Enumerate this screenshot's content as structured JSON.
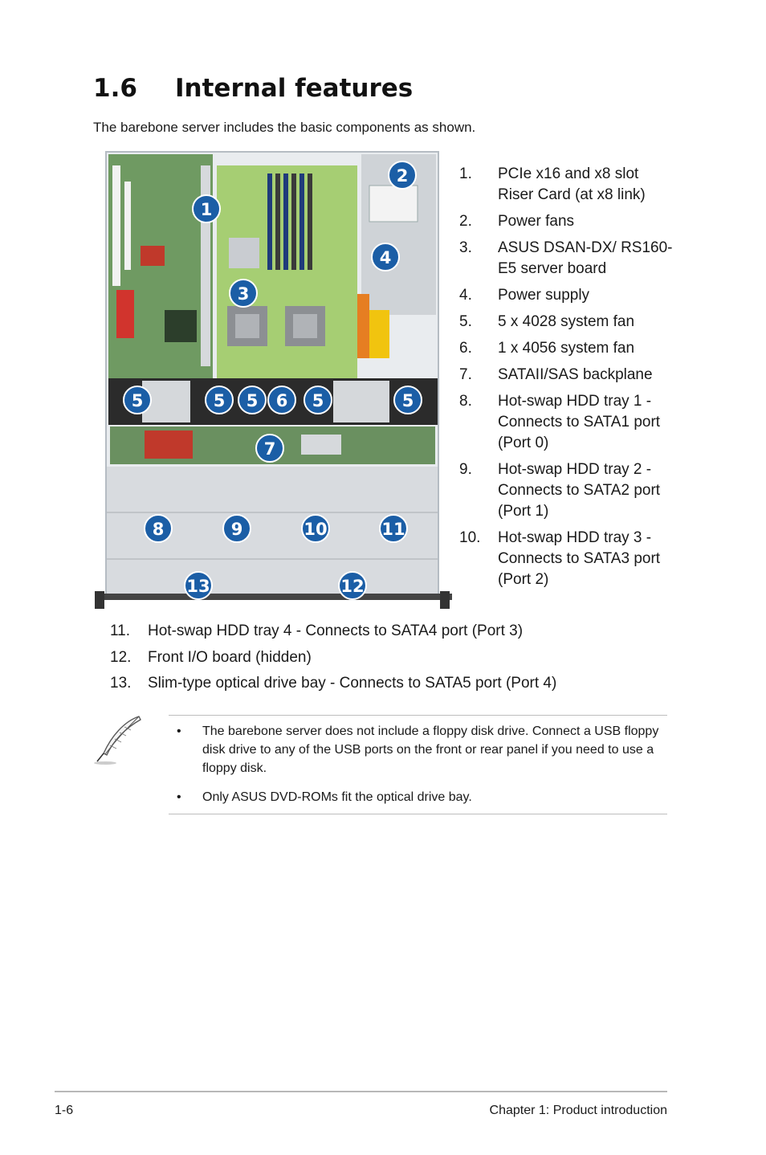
{
  "heading": {
    "number": "1.6",
    "title": "Internal features"
  },
  "intro": "The barebone server includes the basic components as shown.",
  "figure": {
    "callouts": [
      "1",
      "2",
      "3",
      "4",
      "5",
      "5",
      "5",
      "6",
      "5",
      "5",
      "7",
      "8",
      "9",
      "10",
      "11",
      "12",
      "13"
    ],
    "badge_color": "#1b5ea6"
  },
  "side_list": [
    {
      "num": "1.",
      "text": "PCIe x16 and x8 slot Riser Card (at x8 link)"
    },
    {
      "num": "2.",
      "text": "Power fans"
    },
    {
      "num": "3.",
      "text": "ASUS DSAN-DX/ RS160-E5 server board"
    },
    {
      "num": "4.",
      "text": "Power supply"
    },
    {
      "num": "5.",
      "text": "5 x 4028 system fan"
    },
    {
      "num": "6.",
      "text": "1 x 4056 system fan"
    },
    {
      "num": "7.",
      "text": "SATAII/SAS backplane"
    },
    {
      "num": "8.",
      "text": "Hot-swap HDD tray 1 - Connects to SATA1 port (Port 0)"
    },
    {
      "num": "9.",
      "text": "Hot-swap HDD tray 2 - Connects to SATA2 port (Port 1)"
    },
    {
      "num": "10.",
      "text": "Hot-swap HDD tray 3 - Connects to SATA3 port (Port 2)"
    }
  ],
  "bottom_list": [
    {
      "num": "11.",
      "text": "Hot-swap HDD tray 4 - Connects to SATA4 port (Port 3)"
    },
    {
      "num": "12.",
      "text": "Front I/O board (hidden)"
    },
    {
      "num": "13.",
      "text": "Slim-type optical drive bay - Connects to SATA5 port (Port 4)"
    }
  ],
  "note": {
    "icon": "feather-pen-icon",
    "bullet": "•",
    "items": [
      "The barebone server does not include a floppy disk drive. Connect a USB floppy disk drive to any of the USB ports on the front or rear panel if you need to use a floppy disk.",
      "Only ASUS DVD-ROMs fit the optical drive bay."
    ]
  },
  "footer": {
    "page": "1-6",
    "chapter": "Chapter 1:  Product introduction"
  }
}
